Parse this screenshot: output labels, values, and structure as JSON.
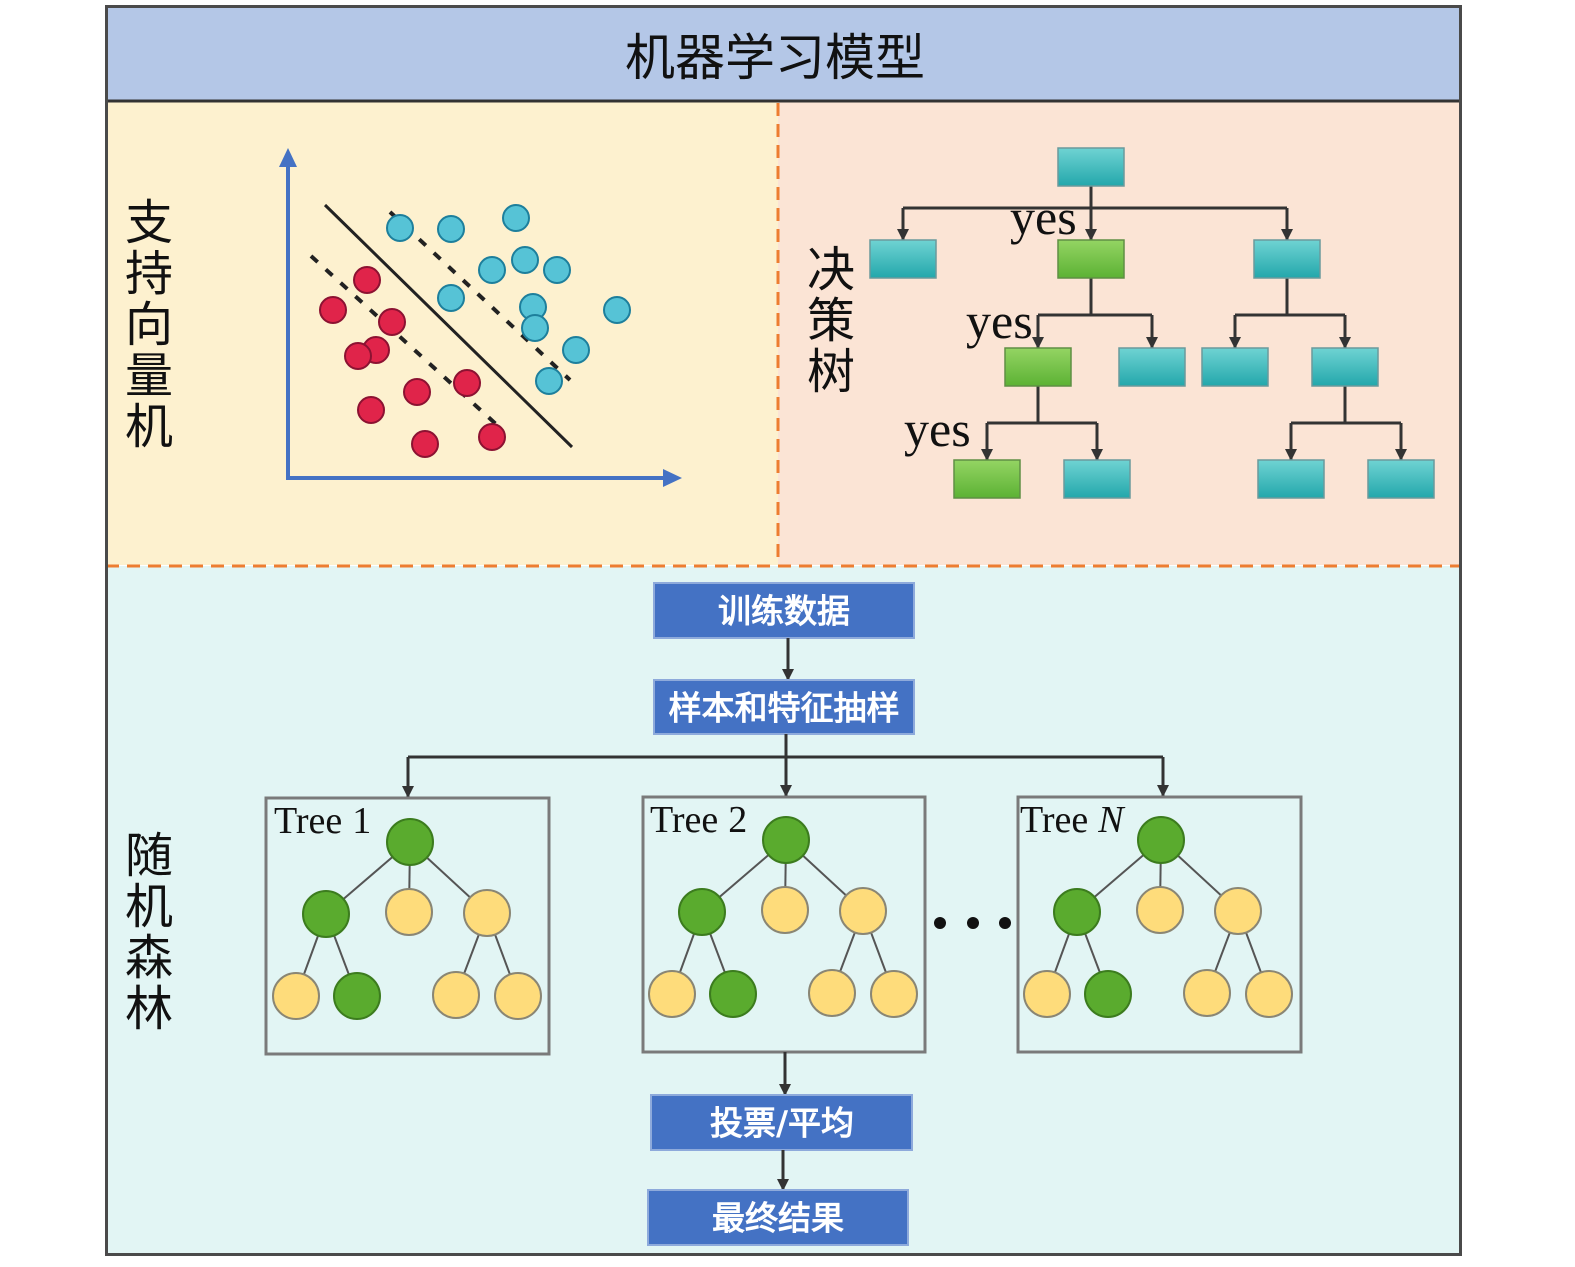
{
  "header": {
    "title": "机器学习模型"
  },
  "svm": {
    "label": "支持向量机"
  },
  "decision_tree": {
    "label": "决策树",
    "branch_labels": [
      "yes",
      "yes",
      "yes"
    ]
  },
  "random_forest": {
    "label": "随机森林",
    "steps": {
      "training_data": "训练数据",
      "sampling": "样本和特征抽样",
      "aggregate": "投票/平均",
      "result": "最终结果"
    },
    "trees": [
      {
        "word": "Tree",
        "index": "1"
      },
      {
        "word": "Tree",
        "index": "2"
      },
      {
        "word": "Tree",
        "index": "N"
      }
    ]
  },
  "colors": {
    "header_fill": "#b4c7e7",
    "svm_panel_fill": "#fdf1cf",
    "dt_panel_fill": "#fbe4d5",
    "rf_panel_fill": "#e2f5f4",
    "panel_divider": "#ed7d31",
    "axis": "#4472c4",
    "class_cyan": "#56c3d6",
    "class_red": "#e0244a",
    "dt_teal": "#23a7ab",
    "dt_green": "#5cb234",
    "step_box_fill": "#4472c4",
    "node_green": "#5aab2e",
    "node_yellow": "#fedc7b"
  }
}
